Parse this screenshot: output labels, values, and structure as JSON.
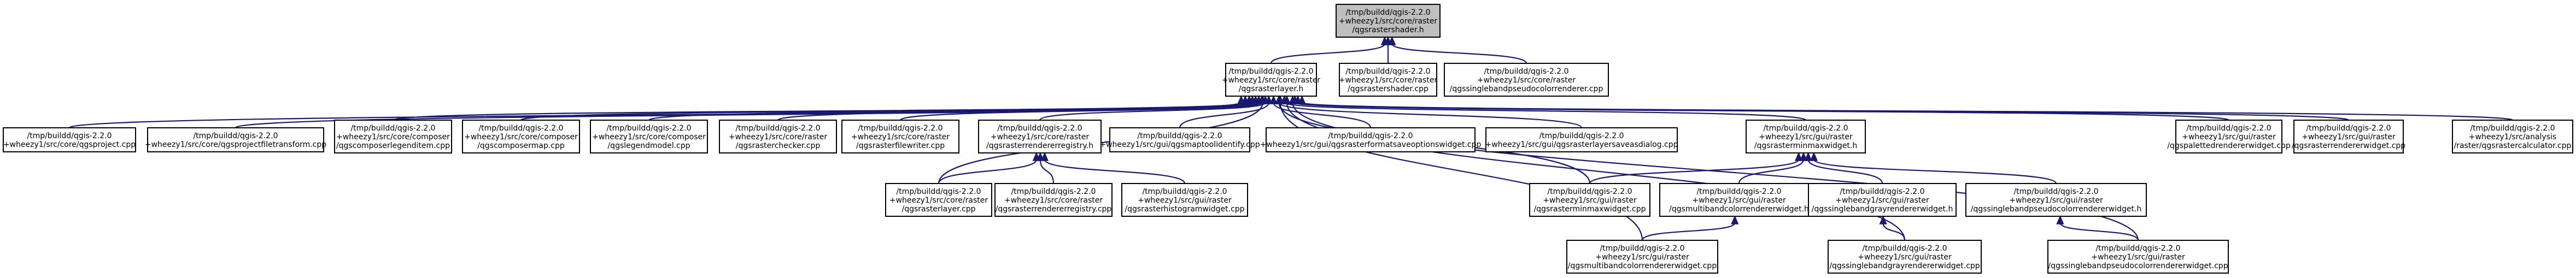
{
  "diagram": {
    "type": "include-dependency-graph",
    "colors": {
      "edge": "#191970",
      "root_fill": "#bfbfbf",
      "node_fill": "#ffffff",
      "border": "#000000"
    },
    "nodes": [
      {
        "id": "root",
        "root": true,
        "lines": [
          "/tmp/buildd/qgis-2.2.0",
          "+wheezy1/src/core/raster",
          "/qgsrastershader.h"
        ]
      },
      {
        "id": "layer",
        "lines": [
          "/tmp/buildd/qgis-2.2.0",
          "+wheezy1/src/core/raster",
          "/qgsrasterlayer.h"
        ]
      },
      {
        "id": "shadercpp",
        "lines": [
          "/tmp/buildd/qgis-2.2.0",
          "+wheezy1/src/core/raster",
          "/qgsrastershader.cpp"
        ]
      },
      {
        "id": "pseudorend",
        "lines": [
          "/tmp/buildd/qgis-2.2.0",
          "+wheezy1/src/core/raster",
          "/qgssinglebandpseudocolorrenderer.cpp"
        ]
      },
      {
        "id": "n1",
        "lines": [
          "/tmp/buildd/qgis-2.2.0",
          "+wheezy1/src/core/qgsproject.cpp"
        ]
      },
      {
        "id": "n2",
        "lines": [
          "/tmp/buildd/qgis-2.2.0",
          "+wheezy1/src/core/qgsprojectfiletransform.cpp"
        ]
      },
      {
        "id": "n3",
        "lines": [
          "/tmp/buildd/qgis-2.2.0",
          "+wheezy1/src/core/composer",
          "/qgscomposerlegenditem.cpp"
        ]
      },
      {
        "id": "n4",
        "lines": [
          "/tmp/buildd/qgis-2.2.0",
          "+wheezy1/src/core/composer",
          "/qgscomposermap.cpp"
        ]
      },
      {
        "id": "n5",
        "lines": [
          "/tmp/buildd/qgis-2.2.0",
          "+wheezy1/src/core/composer",
          "/qgslegendmodel.cpp"
        ]
      },
      {
        "id": "n6",
        "lines": [
          "/tmp/buildd/qgis-2.2.0",
          "+wheezy1/src/core/raster",
          "/qgsrasterchecker.cpp"
        ]
      },
      {
        "id": "n7",
        "lines": [
          "/tmp/buildd/qgis-2.2.0",
          "+wheezy1/src/core/raster",
          "/qgsrasterfilewriter.cpp"
        ]
      },
      {
        "id": "regh",
        "lines": [
          "/tmp/buildd/qgis-2.2.0",
          "+wheezy1/src/core/raster",
          "/qgsrasterrendererregistry.h"
        ]
      },
      {
        "id": "n9",
        "lines": [
          "/tmp/buildd/qgis-2.2.0",
          "+wheezy1/src/gui/qgsmaptoolidentify.cpp"
        ]
      },
      {
        "id": "n10",
        "lines": [
          "/tmp/buildd/qgis-2.2.0",
          "+wheezy1/src/gui/qgsrasterformatsaveoptionswidget.cpp"
        ]
      },
      {
        "id": "n11",
        "lines": [
          "/tmp/buildd/qgis-2.2.0",
          "+wheezy1/src/gui/qgsrasterlayersaveasdialog.cpp"
        ]
      },
      {
        "id": "minmaxh",
        "lines": [
          "/tmp/buildd/qgis-2.2.0",
          "+wheezy1/src/gui/raster",
          "/qgsrasterminmaxwidget.h"
        ]
      },
      {
        "id": "n13",
        "lines": [
          "/tmp/buildd/qgis-2.2.0",
          "+wheezy1/src/gui/raster",
          "/qgspalettedrendererwidget.cpp"
        ]
      },
      {
        "id": "n14",
        "lines": [
          "/tmp/buildd/qgis-2.2.0",
          "+wheezy1/src/gui/raster",
          "/qgsrasterrendererwidget.cpp"
        ]
      },
      {
        "id": "n15",
        "lines": [
          "/tmp/buildd/qgis-2.2.0",
          "+wheezy1/src/analysis",
          "/raster/qgsrastercalculator.cpp"
        ]
      },
      {
        "id": "layercpp",
        "lines": [
          "/tmp/buildd/qgis-2.2.0",
          "+wheezy1/src/core/raster",
          "/qgsrasterlayer.cpp"
        ]
      },
      {
        "id": "regcpp",
        "lines": [
          "/tmp/buildd/qgis-2.2.0",
          "+wheezy1/src/core/raster",
          "/qgsrasterrendererregistry.cpp"
        ]
      },
      {
        "id": "histcpp",
        "lines": [
          "/tmp/buildd/qgis-2.2.0",
          "+wheezy1/src/gui/raster",
          "/qgsrasterhistogramwidget.cpp"
        ]
      },
      {
        "id": "minmaxcpp",
        "lines": [
          "/tmp/buildd/qgis-2.2.0",
          "+wheezy1/src/gui/raster",
          "/qgsrasterminmaxwidget.cpp"
        ]
      },
      {
        "id": "multih",
        "lines": [
          "/tmp/buildd/qgis-2.2.0",
          "+wheezy1/src/gui/raster",
          "/qgsmultibandcolorrendererwidget.h"
        ]
      },
      {
        "id": "grayh",
        "lines": [
          "/tmp/buildd/qgis-2.2.0",
          "+wheezy1/src/gui/raster",
          "/qgssinglebandgrayrendererwidget.h"
        ]
      },
      {
        "id": "pseudoh",
        "lines": [
          "/tmp/buildd/qgis-2.2.0",
          "+wheezy1/src/gui/raster",
          "/qgssinglebandpseudocolorrendererwidget.h"
        ]
      },
      {
        "id": "multicpp",
        "lines": [
          "/tmp/buildd/qgis-2.2.0",
          "+wheezy1/src/gui/raster",
          "/qgsmultibandcolorrendererwidget.cpp"
        ]
      },
      {
        "id": "graycpp",
        "lines": [
          "/tmp/buildd/qgis-2.2.0",
          "+wheezy1/src/gui/raster",
          "/qgssinglebandgrayrendererwidget.cpp"
        ]
      },
      {
        "id": "pseudocpp",
        "lines": [
          "/tmp/buildd/qgis-2.2.0",
          "+wheezy1/src/gui/raster",
          "/qgssinglebandpseudocolorrendererwidget.cpp"
        ]
      }
    ],
    "edges": [
      [
        "layer",
        "root"
      ],
      [
        "shadercpp",
        "root"
      ],
      [
        "pseudorend",
        "root"
      ],
      [
        "n1",
        "layer"
      ],
      [
        "n2",
        "layer"
      ],
      [
        "n3",
        "layer"
      ],
      [
        "n4",
        "layer"
      ],
      [
        "n5",
        "layer"
      ],
      [
        "n6",
        "layer"
      ],
      [
        "n7",
        "layer"
      ],
      [
        "regh",
        "layer"
      ],
      [
        "n9",
        "layer"
      ],
      [
        "n10",
        "layer"
      ],
      [
        "n11",
        "layer"
      ],
      [
        "minmaxh",
        "layer"
      ],
      [
        "n13",
        "layer"
      ],
      [
        "n14",
        "layer"
      ],
      [
        "n15",
        "layer"
      ],
      [
        "layercpp",
        "layer"
      ],
      [
        "minmaxcpp",
        "layer"
      ],
      [
        "multicpp",
        "layer"
      ],
      [
        "graycpp",
        "layer"
      ],
      [
        "pseudocpp",
        "layer"
      ],
      [
        "layercpp",
        "regh"
      ],
      [
        "regcpp",
        "regh"
      ],
      [
        "histcpp",
        "regh"
      ],
      [
        "minmaxcpp",
        "minmaxh"
      ],
      [
        "multih",
        "minmaxh"
      ],
      [
        "grayh",
        "minmaxh"
      ],
      [
        "pseudoh",
        "minmaxh"
      ],
      [
        "multicpp",
        "multih"
      ],
      [
        "graycpp",
        "grayh"
      ],
      [
        "pseudocpp",
        "pseudoh"
      ]
    ]
  }
}
